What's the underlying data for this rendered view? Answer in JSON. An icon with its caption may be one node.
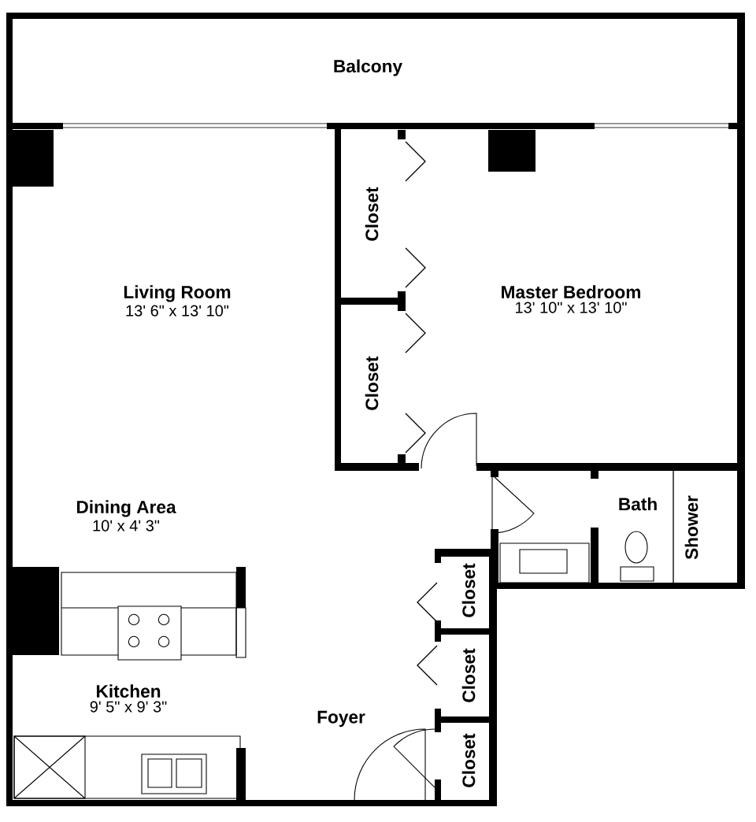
{
  "diagram": {
    "nodes": [
      {
        "text": [
          "Balcony"
        ]
      },
      {
        "text": [
          "Closet"
        ]
      },
      {
        "text": [
          "Living Room",
          "13' 6\" x 13' 10\""
        ]
      },
      {
        "text": [
          "Master Bedroom",
          "13' 10\" x 13' 10\""
        ]
      },
      {
        "text": [
          "Closet"
        ]
      },
      {
        "text": [
          "Dining Area",
          "10' x 4' 3\""
        ]
      },
      {
        "text": [
          "Bath"
        ]
      },
      {
        "text": [
          "Shower"
        ]
      },
      {
        "text": [
          "Closet"
        ]
      },
      {
        "text": [
          "Closet"
        ]
      },
      {
        "text": [
          "Kitchen",
          "9' 5\" x 9' 3\""
        ]
      },
      {
        "text": [
          "Foyer"
        ]
      },
      {
        "text": [
          "Closet"
        ]
      }
    ]
  }
}
